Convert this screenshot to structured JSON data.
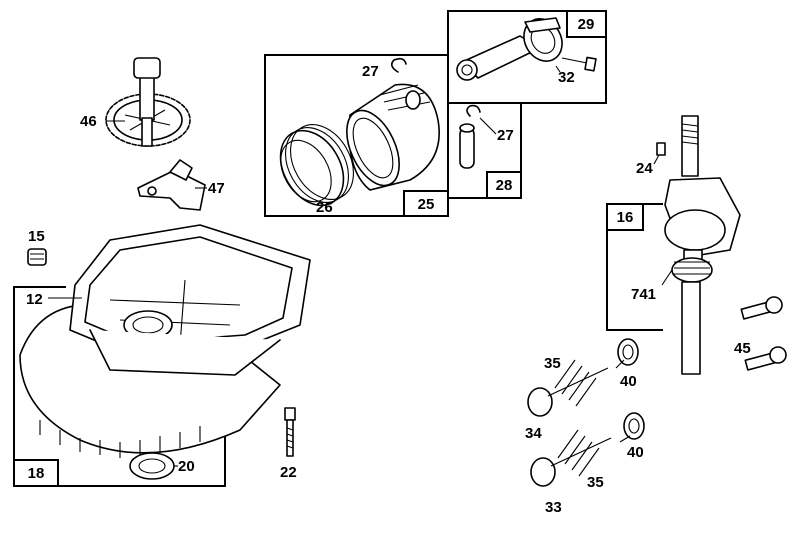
{
  "boxed_callouts": {
    "c29": "29",
    "c28": "28",
    "c25": "25",
    "c16": "16",
    "c18": "18"
  },
  "callouts": {
    "c27a": "27",
    "c27b": "27",
    "c32": "32",
    "c26": "26",
    "c46": "46",
    "c47": "47",
    "c24": "24",
    "c741": "741",
    "c15": "15",
    "c12": "12",
    "c45": "45",
    "c35a": "35",
    "c40a": "40",
    "c34": "34",
    "c20": "20",
    "c22": "22",
    "c40b": "40",
    "c35b": "35",
    "c33": "33"
  }
}
